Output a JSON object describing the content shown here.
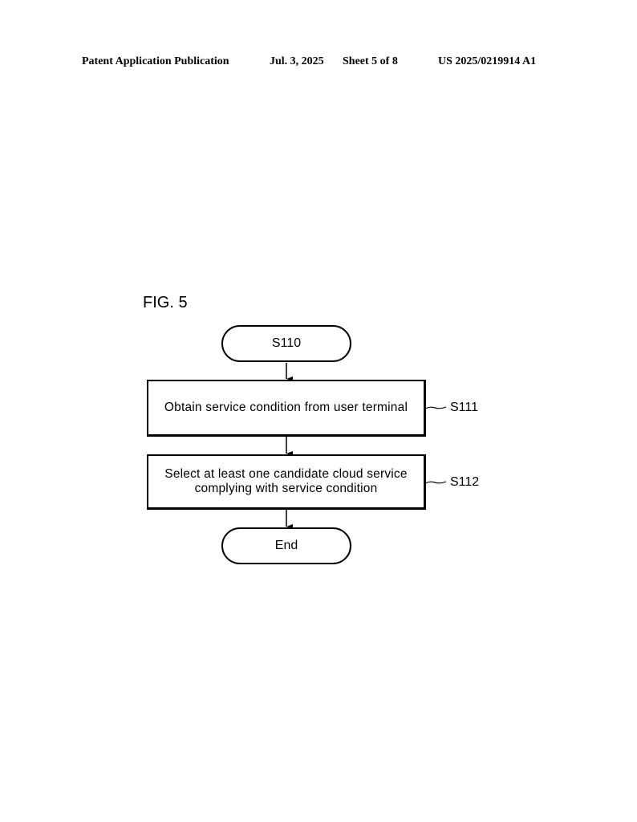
{
  "header": {
    "publication": "Patent Application Publication",
    "date": "Jul. 3, 2025",
    "sheet": "Sheet 5 of 8",
    "number": "US 2025/0219914 A1"
  },
  "figure": {
    "title": "FIG. 5",
    "start": "S110",
    "steps": [
      {
        "text": "Obtain service condition from user terminal",
        "label": "S111"
      },
      {
        "text": "Select at least one candidate cloud service complying with service condition",
        "label": "S112"
      }
    ],
    "end": "End"
  }
}
